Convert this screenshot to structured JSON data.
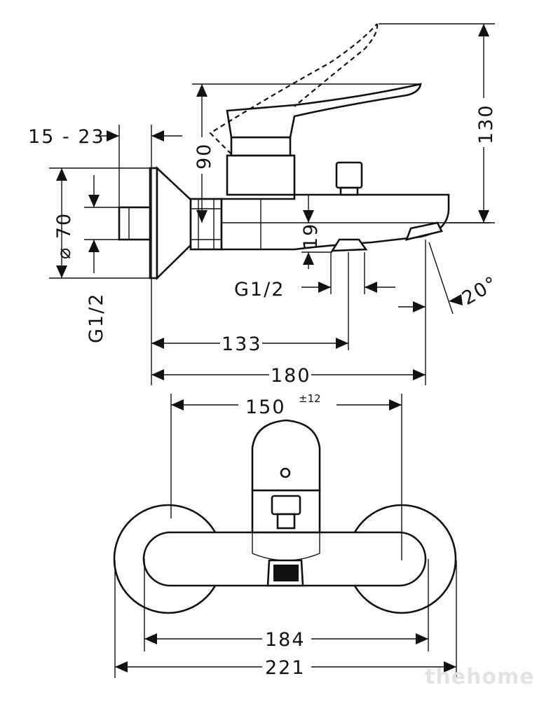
{
  "dimensions": {
    "flange_offset": "15 - 23",
    "height_overall": "130",
    "lever_height": "90",
    "diameter_label": "⌀ 70",
    "spout_height": "19",
    "inlet_thread": "G1/2",
    "outlet_thread": "G1/2",
    "outlet_angle": "20°",
    "outlet_distance": "133",
    "spout_length": "180",
    "centers": "150",
    "centers_tolerance": "±12",
    "body_width": "184",
    "overall_width": "221"
  },
  "watermark": "thehome"
}
